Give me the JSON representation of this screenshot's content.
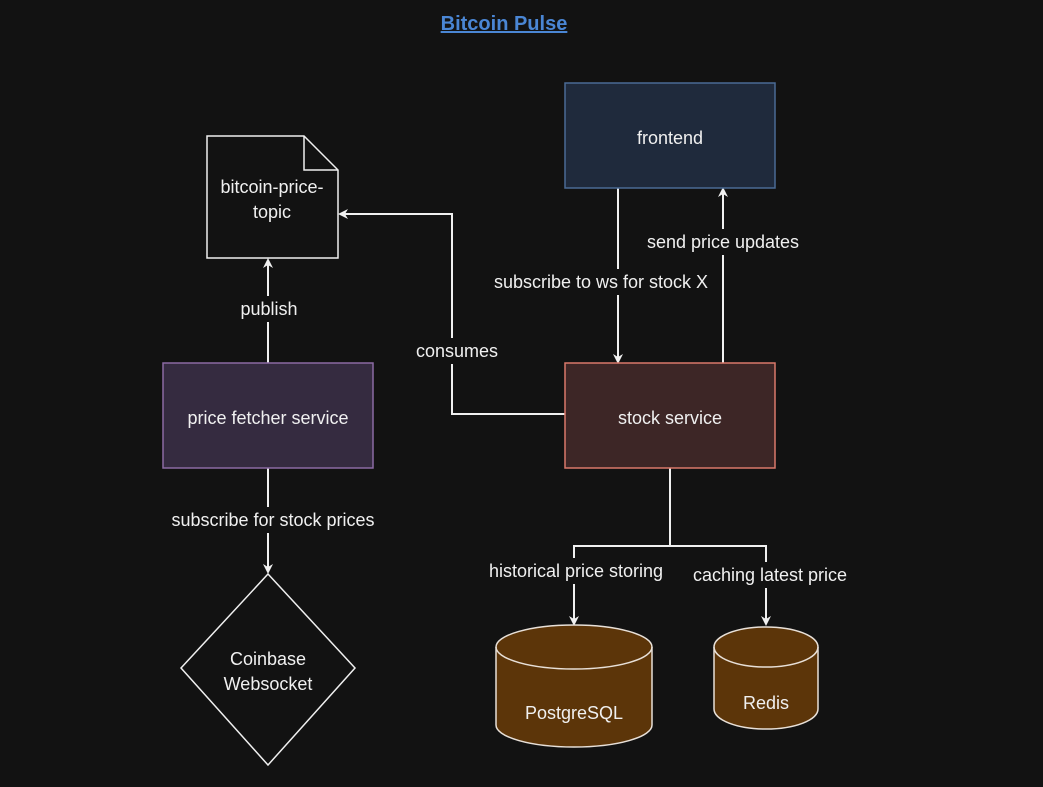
{
  "title": {
    "text": "Bitcoin Pulse",
    "color": "#4a86d4"
  },
  "nodes": {
    "frontend": {
      "label": "frontend",
      "fill": "#1f2a3c",
      "stroke": "#4a6b95"
    },
    "topic": {
      "label_line1": "bitcoin-price-",
      "label_line2": "topic",
      "fill": "#121212",
      "stroke": "#f0f0f0"
    },
    "price_fetcher": {
      "label": "price fetcher service",
      "fill": "#352b40",
      "stroke": "#8b6aa3"
    },
    "stock_service": {
      "label": "stock service",
      "fill": "#3d2626",
      "stroke": "#d9786a"
    },
    "coinbase": {
      "label_line1": "Coinbase",
      "label_line2": "Websocket",
      "fill": "#121212",
      "stroke": "#f0f0f0"
    },
    "postgres": {
      "label": "PostgreSQL",
      "fill": "#5c3509",
      "stroke": "#e8e0d8"
    },
    "redis": {
      "label": "Redis",
      "fill": "#5c3509",
      "stroke": "#e8e0d8"
    }
  },
  "edges": {
    "publish": "publish",
    "consumes": "consumes",
    "subscribe_ws": "subscribe to ws for stock X",
    "send_updates": "send price updates",
    "subscribe_prices": "subscribe for stock prices",
    "historical": "historical price storing",
    "caching": "caching latest price"
  }
}
